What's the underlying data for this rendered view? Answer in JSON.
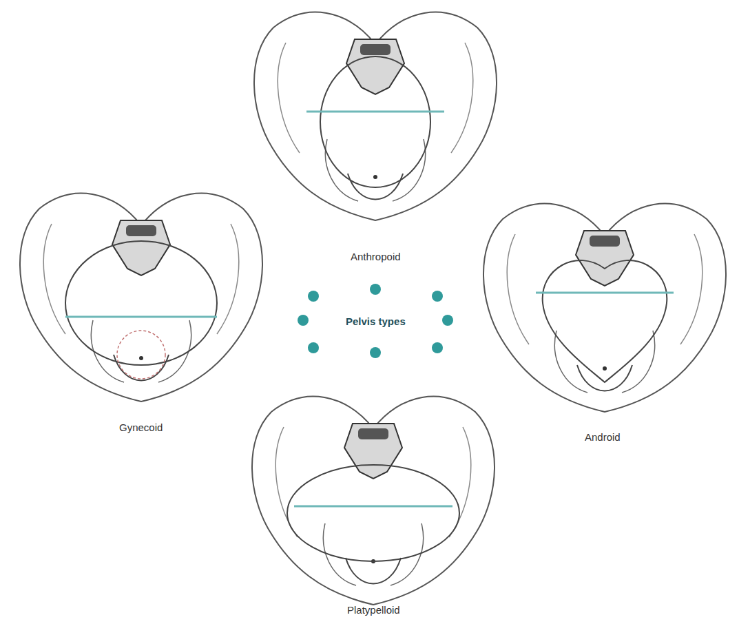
{
  "diagram": {
    "nodes": [
      {
        "text": [
          "Pelvis types"
        ]
      }
    ],
    "labels": [
      "Anthropoid",
      "Gynecoid",
      "Android",
      "Platypelloid"
    ]
  }
}
